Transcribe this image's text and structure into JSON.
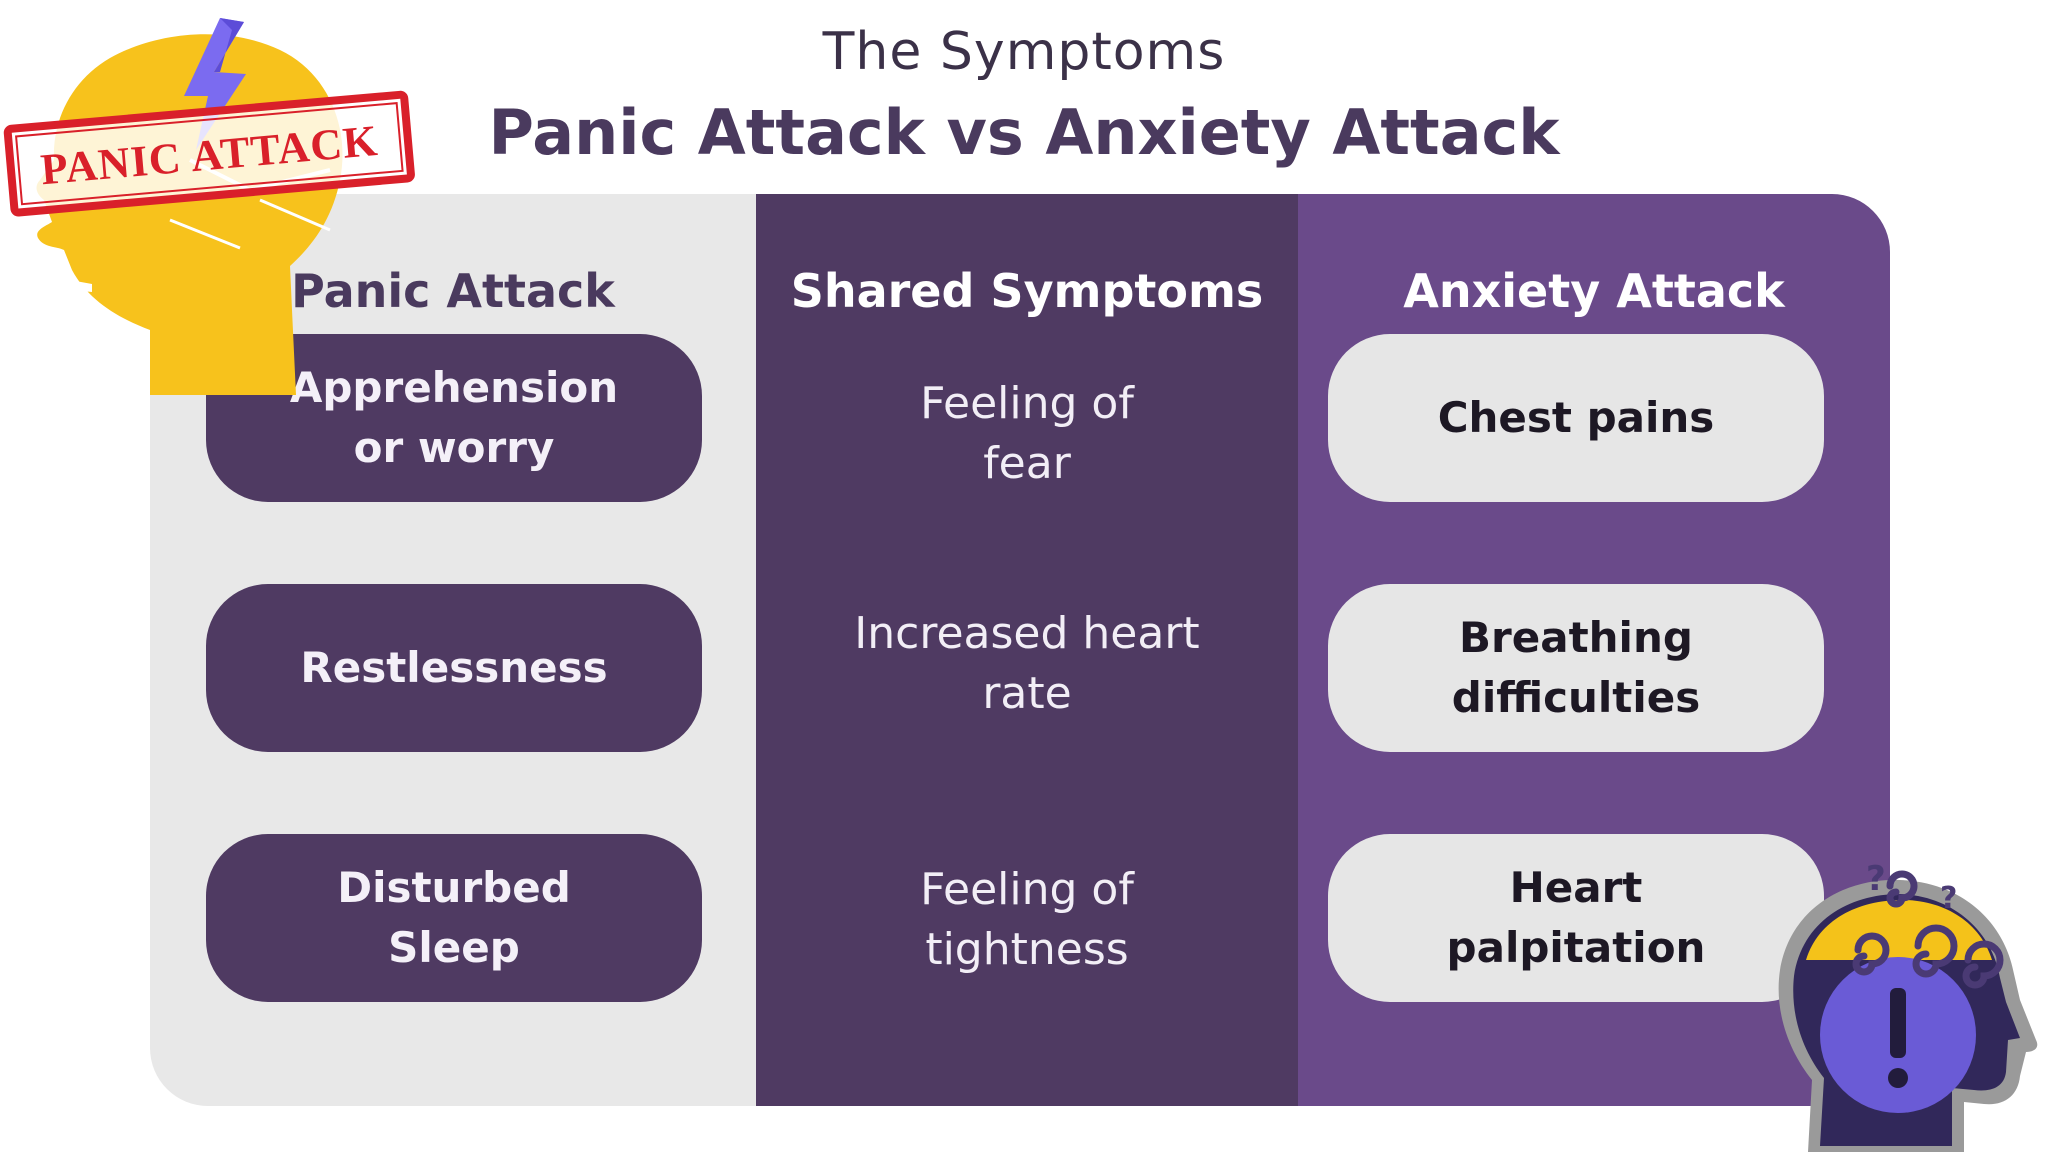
{
  "header": {
    "subtitle": "The Symptoms",
    "title": "Panic Attack vs Anxiety Attack"
  },
  "stamp": {
    "text": "PANIC ATTACK"
  },
  "columns": {
    "panic": {
      "heading": "Panic Attack",
      "items": [
        "Apprehension\nor worry",
        "Restlessness",
        "Disturbed\nSleep"
      ]
    },
    "shared": {
      "heading": "Shared Symptoms",
      "items": [
        "Feeling of\nfear",
        "Increased heart\nrate",
        "Feeling of\ntightness"
      ]
    },
    "anxiety": {
      "heading": "Anxiety Attack",
      "items": [
        "Chest pains",
        "Breathing\ndifficulties",
        "Heart\npalpitation"
      ]
    }
  },
  "icons": {
    "left": "panic-head-lightning-icon",
    "right": "anxiety-head-question-icon"
  },
  "colors": {
    "left_column": "#e8e8e8",
    "middle_column": "#4f3a62",
    "right_column": "#6a4a8a",
    "title": "#4a3a5e",
    "stamp_red": "#d9202a",
    "head_yellow": "#f7c21c"
  }
}
